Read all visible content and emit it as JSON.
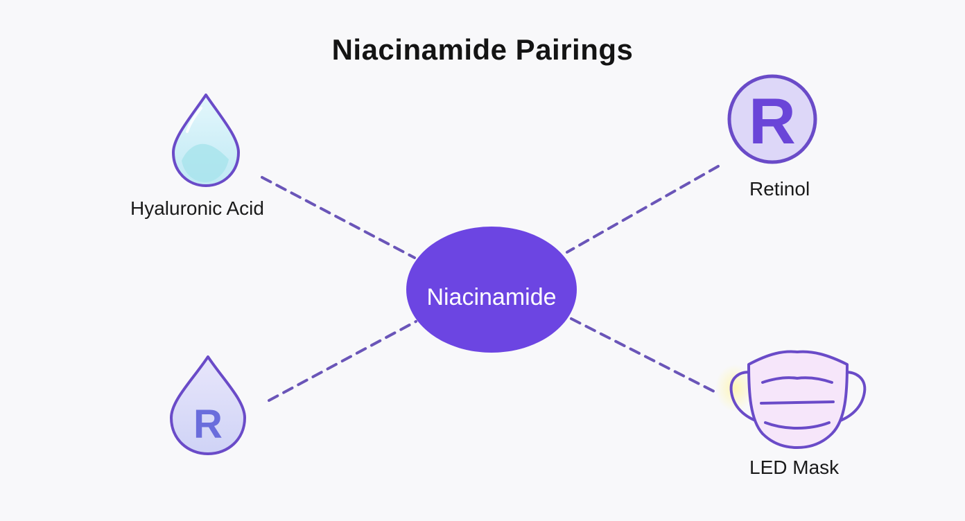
{
  "title": "Niacinamide Pairings",
  "center": {
    "label": "Niacinamide",
    "color": "#6c45e2"
  },
  "nodes": [
    {
      "id": "hyaluronic-acid",
      "label": "Hyaluronic Acid",
      "icon": "water-drop-icon"
    },
    {
      "id": "retinol",
      "label": "Retinol",
      "icon": "retinol-r-circle-icon",
      "glyph": "R"
    },
    {
      "id": "retinol-drop",
      "label": "",
      "icon": "r-drop-icon",
      "glyph": "R"
    },
    {
      "id": "led-mask",
      "label": "LED Mask",
      "icon": "face-mask-icon"
    }
  ],
  "colors": {
    "accent": "#6c45e2",
    "outline": "#6a4bc8",
    "connector": "#6a55b8",
    "drop_fill": "#c9eef8",
    "circle_fill": "#ddd7f8",
    "mask_fill": "#f6e6fa",
    "background": "#f8f8fa"
  }
}
